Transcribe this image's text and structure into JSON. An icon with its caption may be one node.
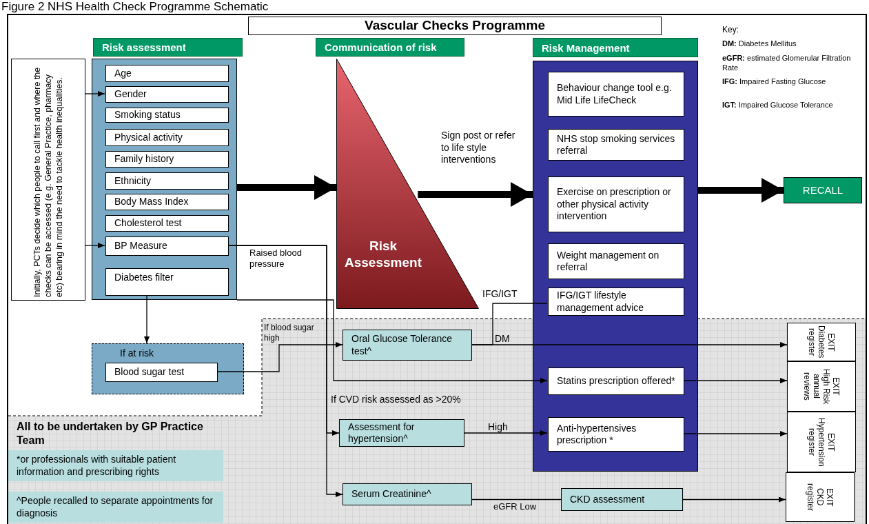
{
  "diagram": {
    "title": "Figure 2 NHS Health Check Programme Schematic",
    "nodes": [
      {
        "text": [
          "Vascular Checks Programme"
        ]
      },
      {
        "text": [
          "Risk assessment"
        ]
      },
      {
        "text": [
          "Communication of risk"
        ]
      },
      {
        "text": [
          "Risk Management"
        ]
      },
      {
        "text": [
          "Initially, PCTs decide which people to call first and where the checks can be accessed (e.g. General Practice, pharmacy etc) bearing in mind the need to tackle health inequalities."
        ]
      },
      {
        "text": [],
        "shape": "box"
      },
      {
        "text": [
          "Age"
        ],
        "in": 5
      },
      {
        "text": [
          "Gender"
        ],
        "in": 5
      },
      {
        "text": [
          "Smoking status"
        ],
        "in": 5
      },
      {
        "text": [
          "Physical activity"
        ],
        "in": 5
      },
      {
        "text": [
          "Family history"
        ],
        "in": 5
      },
      {
        "text": [
          "Ethnicity"
        ],
        "in": 5
      },
      {
        "text": [
          "Body Mass Index"
        ],
        "in": 5
      },
      {
        "text": [
          "Cholesterol test"
        ],
        "in": 5
      },
      {
        "text": [
          "BP Measure"
        ],
        "in": 5
      },
      {
        "text": [
          "Diabetes filter"
        ],
        "in": 5
      },
      {
        "text": [
          "Risk Assessment"
        ]
      },
      {
        "text": [],
        "shape": "box"
      },
      {
        "text": [
          "Behaviour change tool e.g. Mid Life LifeCheck"
        ],
        "in": 17
      },
      {
        "text": [
          "NHS stop smoking services referral"
        ],
        "in": 17
      },
      {
        "text": [
          "Exercise on prescription or other physical activity intervention"
        ],
        "in": 17
      },
      {
        "text": [
          "Weight management on referral"
        ],
        "in": 17
      },
      {
        "text": [
          "IFG/IGT lifestyle management advice"
        ],
        "in": 17
      },
      {
        "text": [
          "Statins prescription offered*"
        ],
        "in": 17
      },
      {
        "text": [
          "Anti-hypertensives prescription *"
        ],
        "in": 17
      },
      {
        "text": [
          "RECALL"
        ]
      },
      {
        "text": [
          "If at risk"
        ]
      },
      {
        "text": [
          "Blood sugar test"
        ],
        "in": 26
      },
      {
        "text": [
          "*or professionals with suitable patient information and prescribing rights"
        ]
      },
      {
        "text": [
          "^People recalled to separate appointments for diagnosis"
        ]
      },
      {
        "text": [
          "Oral Glucose Tolerance test^"
        ]
      },
      {
        "text": [
          "Assessment for hypertension^"
        ]
      },
      {
        "text": [
          "Serum Creatinine^"
        ]
      },
      {
        "text": [
          "CKD assessment"
        ]
      },
      {
        "text": [
          "EXIT",
          "Diabetes register"
        ]
      },
      {
        "text": [
          "EXIT",
          "High Risk annual reviews"
        ]
      },
      {
        "text": [
          "EXIT",
          "Hypertension register"
        ]
      },
      {
        "text": [
          "EXIT",
          "CKD register"
        ]
      }
    ],
    "edges": [
      {
        "from": 4,
        "to": 7,
        "arrow": "to"
      },
      {
        "from": 4,
        "to": 14,
        "arrow": "to"
      },
      {
        "from": 5,
        "to": 16,
        "arrow": "to",
        "style": "thick"
      },
      {
        "from": 16,
        "to": 17,
        "arrow": "to",
        "style": "thick",
        "label": "Sign post or refer to life style interventions"
      },
      {
        "from": 17,
        "to": 25,
        "arrow": "to",
        "style": "thick"
      },
      {
        "from": 15,
        "to": 26,
        "arrow": "to"
      },
      {
        "from": 27,
        "to": 30,
        "arrow": "to",
        "label": "If blood sugar high"
      },
      {
        "from": 14,
        "to": 31,
        "arrow": "to",
        "label": "Raised blood pressure"
      },
      {
        "from": 14,
        "to": 32,
        "arrow": "to"
      },
      {
        "from": 5,
        "to": 23,
        "arrow": "to",
        "label": "If CVD risk assessed as >20%"
      },
      {
        "from": 30,
        "to": 34,
        "arrow": "to",
        "label": "DM"
      },
      {
        "from": 30,
        "to": 22,
        "arrow": "none",
        "label": "IFG/IGT"
      },
      {
        "from": 23,
        "to": 35,
        "arrow": "to"
      },
      {
        "from": 31,
        "to": 24,
        "arrow": "to",
        "label": "High"
      },
      {
        "from": 24,
        "to": 36,
        "arrow": "to"
      },
      {
        "from": 32,
        "to": 33,
        "arrow": "none",
        "label": "eGFR Low"
      },
      {
        "from": 33,
        "to": 37,
        "arrow": "to"
      }
    ],
    "labels": [
      "Key:",
      "**DM:** Diabetes Mellitus",
      "**eGFR:** estimated Glomerular Filtration Rate",
      "**IFG:** Impaired Fasting Glucose",
      "**IGT:** Impaired Glucose Tolerance",
      "All to be undertaken by GP Practice Team"
    ]
  }
}
